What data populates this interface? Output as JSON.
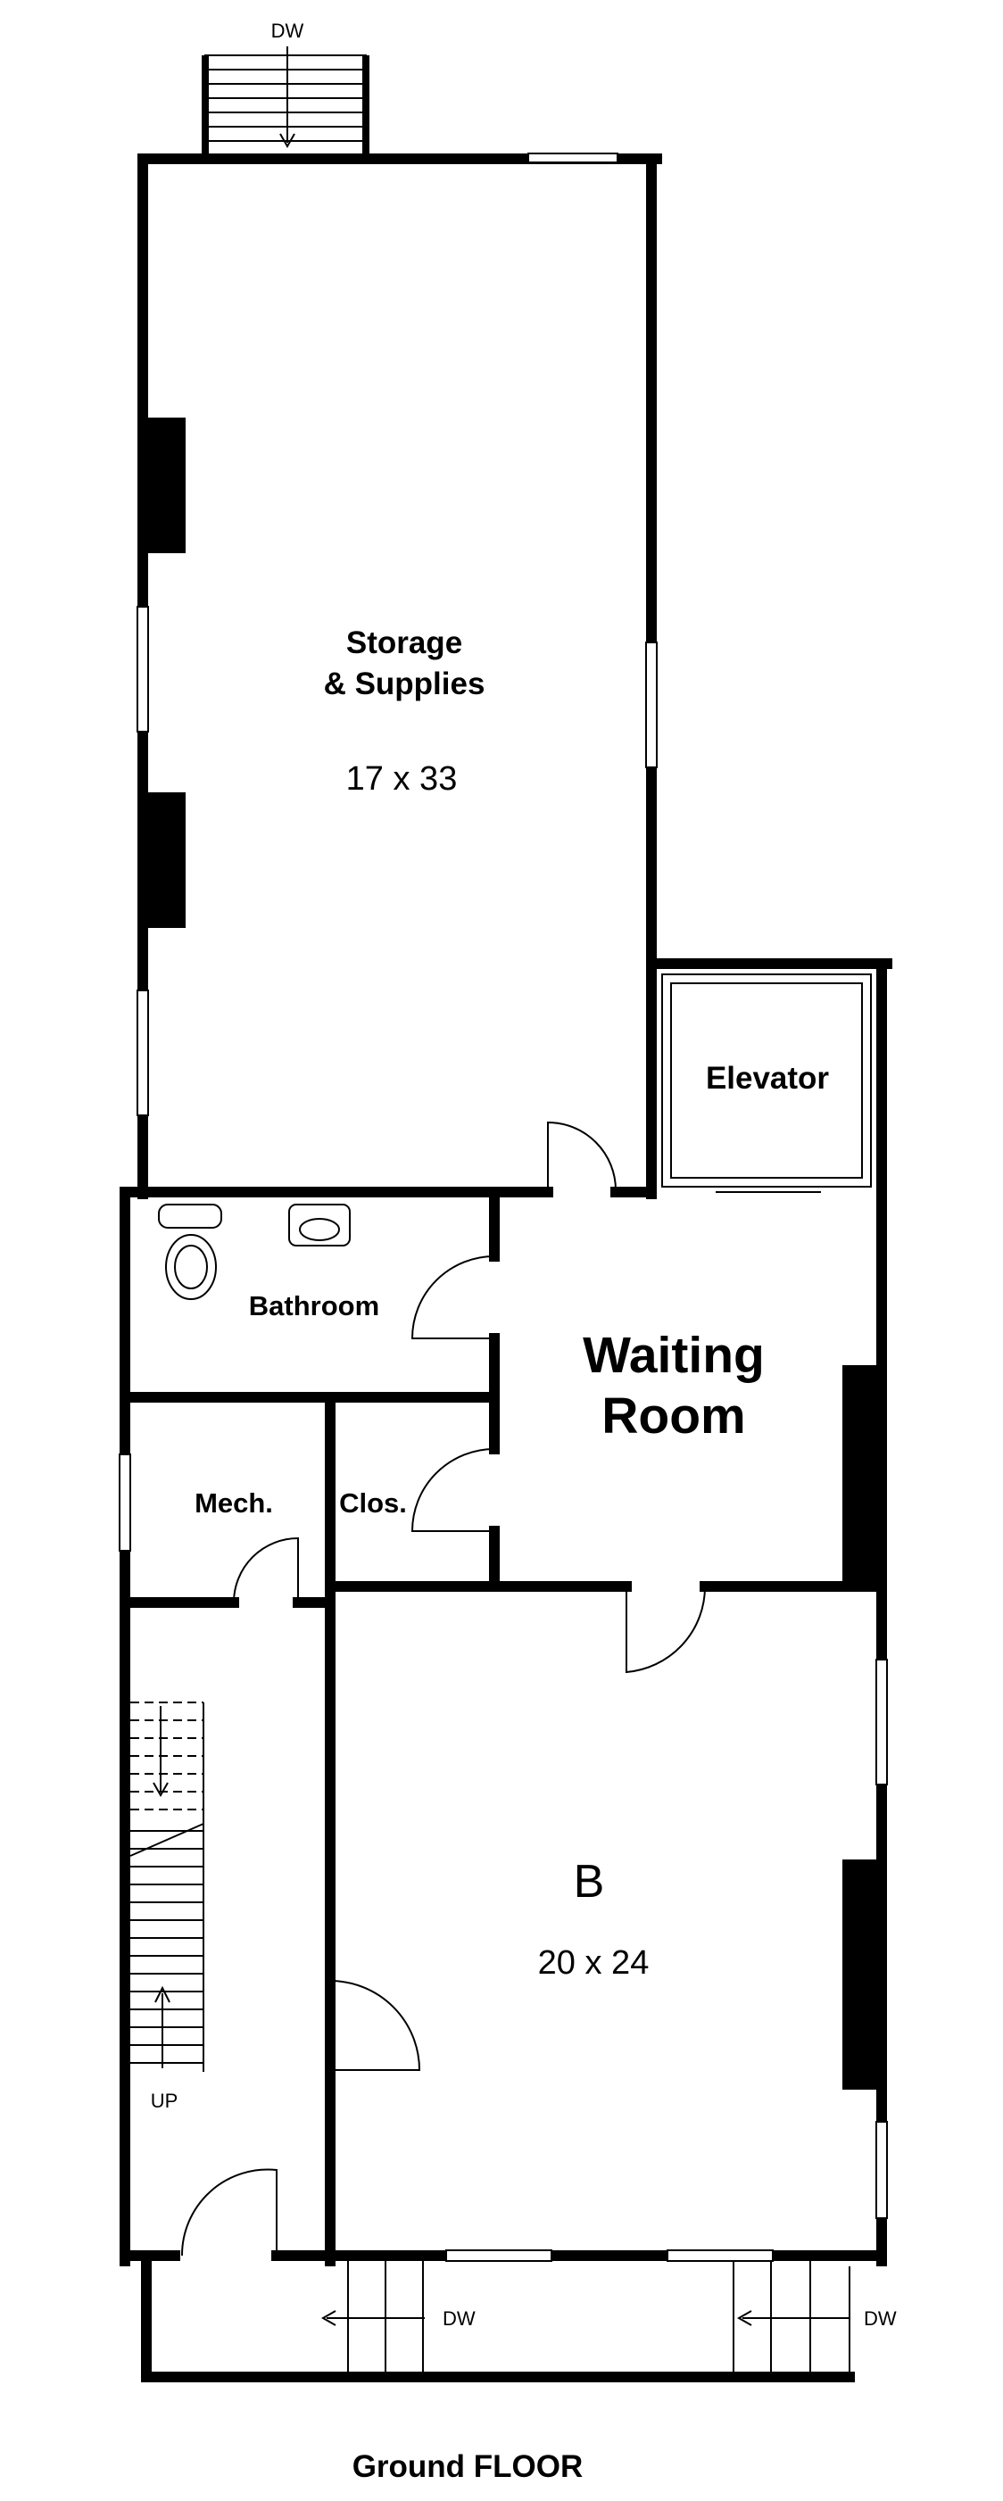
{
  "plan": {
    "title": "Ground FLOOR",
    "rooms": {
      "storage": {
        "name_line1": "Storage",
        "name_line2": "& Supplies",
        "size": "17 x 33"
      },
      "elevator": {
        "name": "Elevator"
      },
      "bathroom": {
        "name": "Bathroom"
      },
      "waiting": {
        "name_line1": "Waiting",
        "name_line2": "Room"
      },
      "mech": {
        "name": "Mech."
      },
      "closet": {
        "name": "Clos."
      },
      "room_b": {
        "name": "B",
        "size": "20 x 24"
      }
    },
    "stairs": {
      "top": "DW",
      "interior": "UP",
      "front_left": "DW",
      "front_right": "DW"
    }
  }
}
